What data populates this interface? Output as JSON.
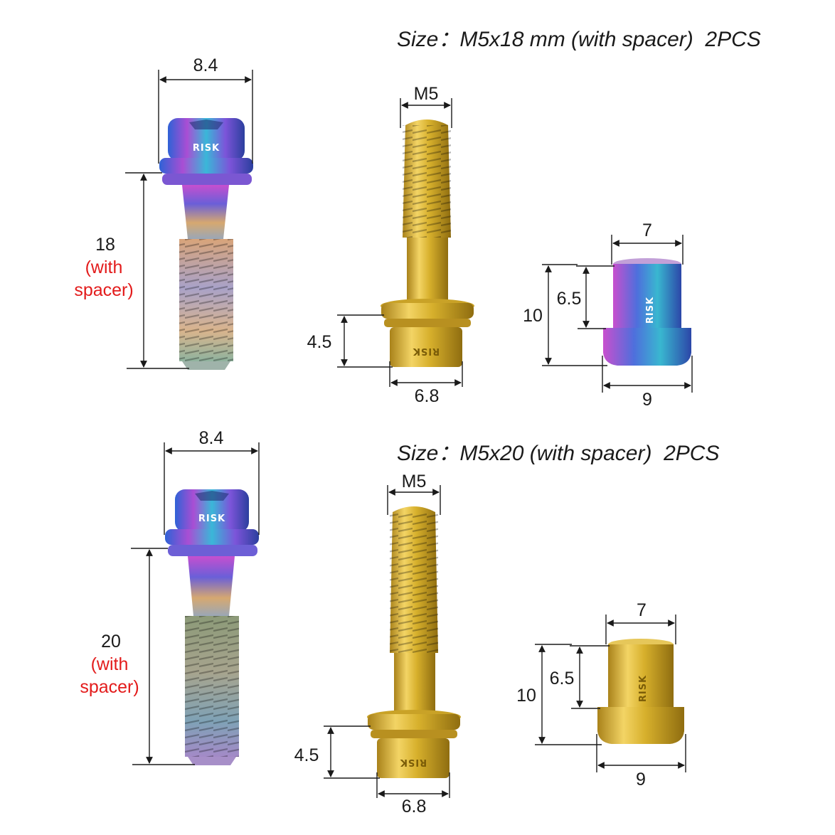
{
  "brand_mark": "RISK",
  "colors": {
    "text": "#1a1a1a",
    "accent_red": "#e31b1b",
    "gold": "#d9b52e",
    "gold_dark": "#9c7a12",
    "rainbow_blue": "#3a6fd8",
    "rainbow_purple": "#b94fd0"
  },
  "set_top": {
    "size_label": "Size：M5x18 mm (with spacer)  2PCS",
    "head_diameter": "8.4",
    "bolt_length": "18",
    "bolt_length_note_1": "(with",
    "bolt_length_note_2": "spacer)",
    "thread": "M5",
    "washer_height": "4.5",
    "washer_diameter": "6.8",
    "spacer_top_diameter": "7",
    "spacer_upper_height": "6.5",
    "spacer_total_height": "10",
    "spacer_base_diameter": "9"
  },
  "set_bottom": {
    "size_label": "Size：M5x20 (with spacer)  2PCS",
    "head_diameter": "8.4",
    "bolt_length": "20",
    "bolt_length_note_1": "(with",
    "bolt_length_note_2": "spacer)",
    "thread": "M5",
    "washer_height": "4.5",
    "washer_diameter": "6.8",
    "spacer_top_diameter": "7",
    "spacer_upper_height": "6.5",
    "spacer_total_height": "10",
    "spacer_base_diameter": "9"
  }
}
